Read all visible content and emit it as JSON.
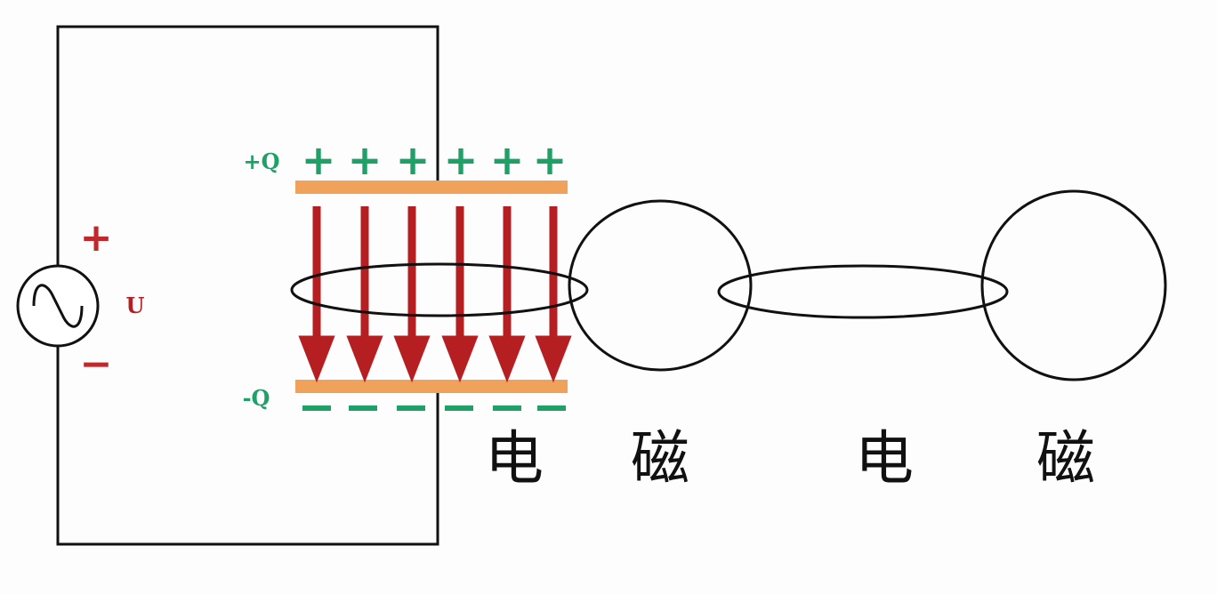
{
  "source": {
    "symbol": "U",
    "plus_sign": "+",
    "minus_sign": "−"
  },
  "capacitor": {
    "top_label": "+Q",
    "bottom_label": "-Q",
    "charge_sign_top": "+",
    "charge_sign_bottom": "−",
    "plate_color": "#f0a15a",
    "charge_color": "#1fa067"
  },
  "field": {
    "arrow_color": "#b51f22",
    "arrow_count": 6
  },
  "labels": [
    "电",
    "磁",
    "电",
    "磁"
  ],
  "colors": {
    "wire": "#111111",
    "source_sign": "#c0282b",
    "label_text": "#111111"
  }
}
